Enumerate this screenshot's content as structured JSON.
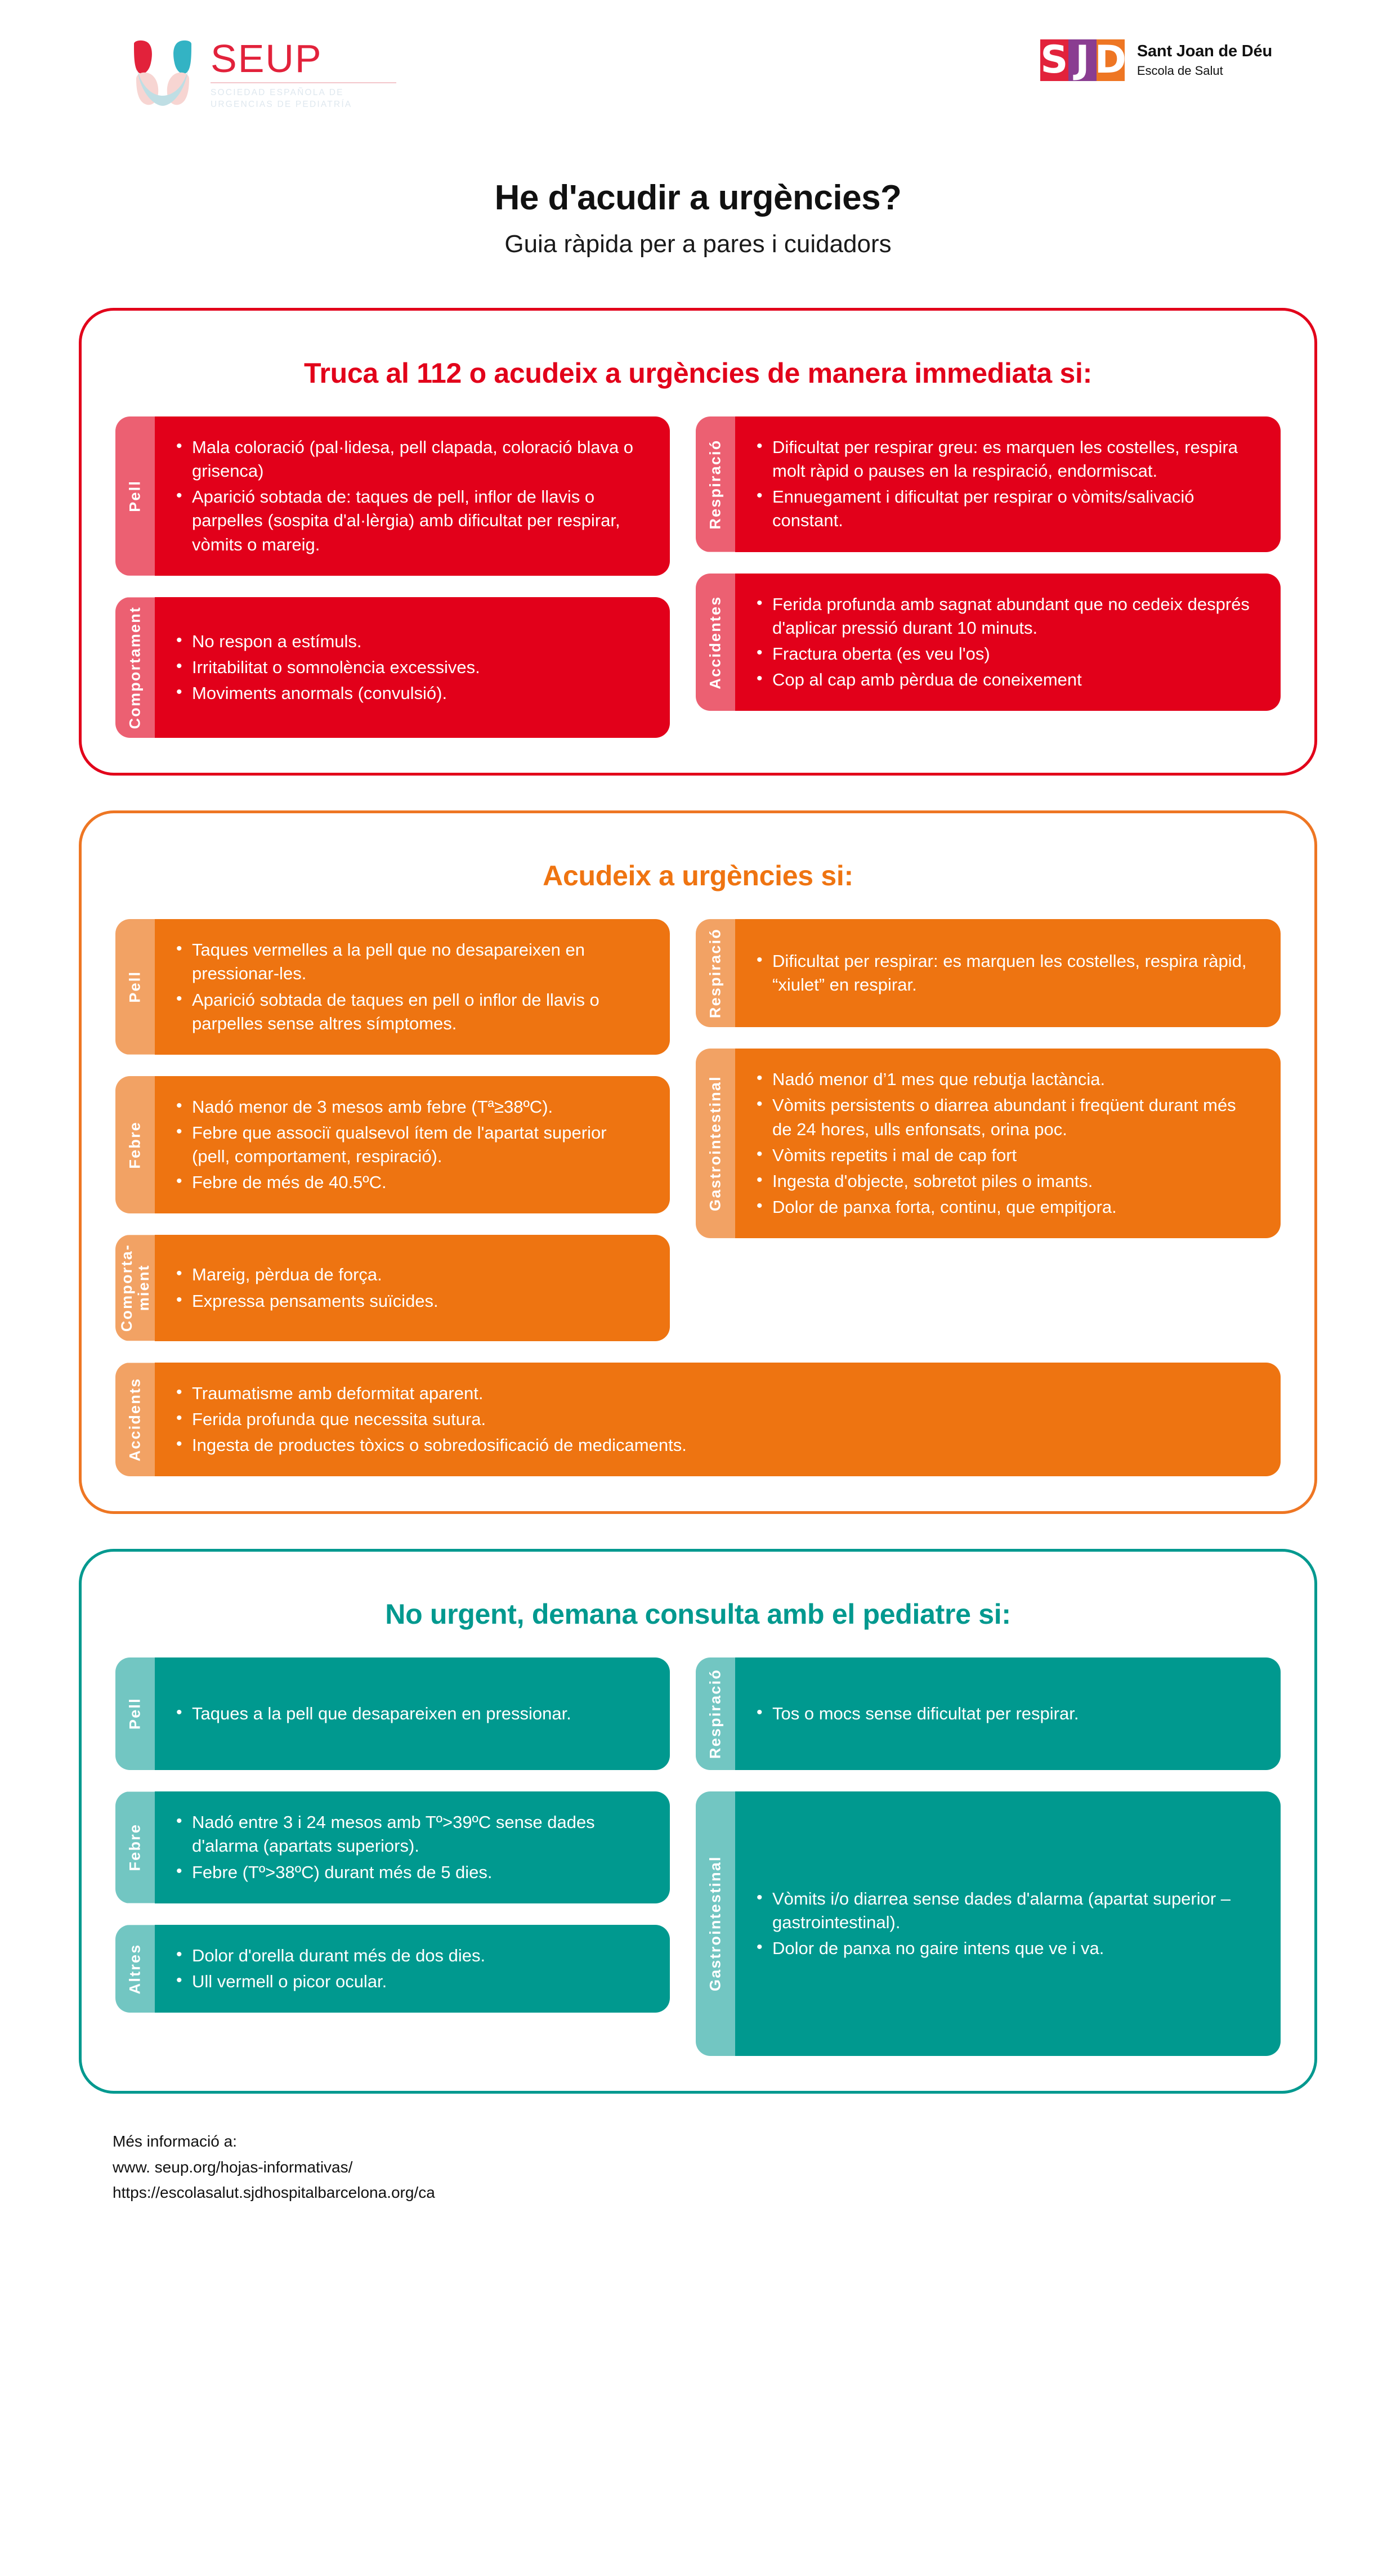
{
  "header": {
    "seup_logo": {
      "word": "SEUP",
      "subtitle_line1": "SOCIEDAD ESPAÑOLA DE",
      "subtitle_line2": "URGENCIAS DE PEDIATRÍA",
      "mark_colors": [
        "#e2223b",
        "#33b3c4",
        "#f7d5d2",
        "#bfdee4"
      ]
    },
    "sjd_logo": {
      "letter_s": "S",
      "letter_j": "J",
      "letter_d": "D",
      "name": "Sant Joan de Déu",
      "subtitle": "Escola de Salut",
      "colors": {
        "s": "#e2223b",
        "j": "#8a3d91",
        "d": "#ee7623"
      }
    }
  },
  "title": {
    "main": "He d'acudir a urgències?",
    "subtitle": "Guia ràpida per a pares i cuidadors"
  },
  "sections": [
    {
      "id": "immediate",
      "accent": "#e2001a",
      "heading": "Truca al 112 o acudeix a urgències de manera immediata si:",
      "left_cards": [
        {
          "tab": "Pell",
          "items": [
            "Mala coloració (pal·lidesa, pell clapada, coloració blava o grisenca)",
            "Aparició sobtada de: taques de pell, inflor de llavis o parpelles (sospita d'al·lèrgia) amb dificultat per respirar, vòmits o mareig."
          ]
        },
        {
          "tab": "Comportament",
          "items": [
            "No respon a estímuls.",
            "Irritabilitat o somnolència excessives.",
            "Moviments anormals (convulsió)."
          ]
        }
      ],
      "right_cards": [
        {
          "tab": "Respiració",
          "items": [
            "Dificultat per respirar greu: es marquen les costelles, respira molt ràpid o pauses en la respiració, endormiscat.",
            "Ennuegament i dificultat per respirar o vòmits/salivació constant."
          ]
        },
        {
          "tab": "Accidentes",
          "items": [
            "Ferida profunda amb sagnat abundant que no cedeix després d'aplicar pressió durant 10 minuts.",
            "Fractura oberta (es veu l'os)",
            "Cop al cap amb pèrdua de coneixement"
          ]
        }
      ]
    },
    {
      "id": "urgent",
      "accent": "#ee7623",
      "heading": "Acudeix a urgències si:",
      "left_cards": [
        {
          "tab": "Pell",
          "items": [
            "Taques vermelles a la pell que no desapareixen en pressionar-les.",
            "Aparició sobtada de taques en pell o inflor de llavis o parpelles sense altres símptomes."
          ]
        },
        {
          "tab": "Febre",
          "items": [
            "Nadó menor de 3 mesos amb febre (Tª≥38ºC).",
            "Febre que associï qualsevol ítem de l'apartat superior (pell, comportament, respiració).",
            "Febre de més de 40.5ºC."
          ]
        },
        {
          "tab": "Comporta-\nmient",
          "items": [
            "Mareig, pèrdua de força.",
            "Expressa pensaments suïcides."
          ]
        }
      ],
      "right_cards": [
        {
          "tab": "Respiració",
          "items": [
            "Dificultat per respirar: es marquen les costelles, respira ràpid, “xiulet” en respirar."
          ]
        },
        {
          "tab": "Gastrointestinal",
          "items": [
            "Nadó menor d’1 mes que rebutja lactància.",
            "Vòmits persistents o diarrea abundant i freqüent durant més de 24 hores, ulls enfonsats, orina poc.",
            "Vòmits repetits i mal de cap fort",
            "Ingesta d'objecte, sobretot piles o imants.",
            "Dolor de panxa forta, continu, que empitjora."
          ]
        }
      ],
      "full_cards": [
        {
          "tab": "Accidents",
          "items": [
            "Traumatisme amb deformitat aparent.",
            "Ferida profunda que necessita sutura.",
            "Ingesta de productes tòxics o sobredosificació de medicaments."
          ]
        }
      ]
    },
    {
      "id": "non-urgent",
      "accent": "#00998f",
      "heading": "No urgent, demana consulta amb el pediatre si:",
      "left_cards": [
        {
          "tab": "Pell",
          "items": [
            "Taques a la pell que desapareixen en pressionar."
          ]
        },
        {
          "tab": "Febre",
          "items": [
            "Nadó entre 3 i 24 mesos amb Tº>39ºC sense dades d'alarma (apartats superiors).",
            "Febre (Tº>38ºC) durant més de 5 dies."
          ]
        },
        {
          "tab": "Altres",
          "items": [
            "Dolor d'orella durant més de dos dies.",
            "Ull vermell o picor ocular."
          ]
        }
      ],
      "right_cards": [
        {
          "tab": "Respiració",
          "items": [
            "Tos o mocs sense dificultat per respirar."
          ]
        },
        {
          "tab": "Gastrointestinal",
          "items": [
            "Vòmits i/o diarrea sense dades d'alarma (apartat superior – gastrointestinal).",
            "Dolor de panxa no gaire intens que ve i va."
          ]
        }
      ]
    }
  ],
  "footer": {
    "line1": "Més informació a:",
    "line2": "www. seup.org/hojas-informativas/",
    "line3": "https://escolasalut.sjdhospitalbarcelona.org/ca"
  }
}
